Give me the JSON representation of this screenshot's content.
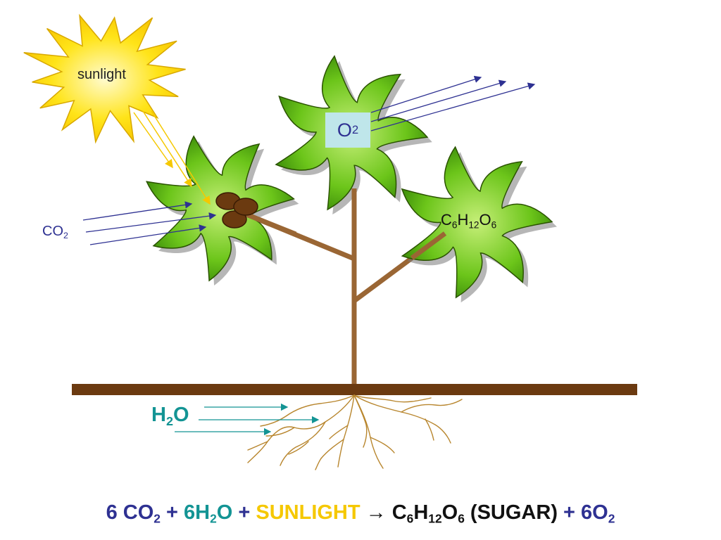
{
  "labels": {
    "sunlight": "sunlight",
    "co2": {
      "main": "CO",
      "sub": "2"
    },
    "o2": {
      "main": "O",
      "sub": "2"
    },
    "sugar": [
      {
        "t": "C"
      },
      {
        "sub": "6"
      },
      {
        "t": "H"
      },
      {
        "sub": "12"
      },
      {
        "t": "O"
      },
      {
        "sub": "6"
      }
    ],
    "h2o": [
      {
        "t": "H"
      },
      {
        "sub": "2"
      },
      {
        "t": "O"
      }
    ]
  },
  "equation": [
    {
      "t": "6 CO",
      "c": "co2"
    },
    {
      "sub": "2",
      "c": "co2"
    },
    {
      "t": " + ",
      "c": "plus"
    },
    {
      "t": "6H",
      "c": "h2o"
    },
    {
      "sub": "2",
      "c": "h2o"
    },
    {
      "t": "O",
      "c": "h2o"
    },
    {
      "t": " + ",
      "c": "plus"
    },
    {
      "t": "SUNLIGHT",
      "c": "sun"
    },
    {
      "t": " → ",
      "c": "arrow"
    },
    {
      "t": "C",
      "c": "sugar"
    },
    {
      "sub": "6",
      "c": "sugar"
    },
    {
      "t": "H",
      "c": "sugar"
    },
    {
      "sub": "12",
      "c": "sugar"
    },
    {
      "t": "O",
      "c": "sugar"
    },
    {
      "sub": "6",
      "c": "sugar"
    },
    {
      "t": " (SUGAR) ",
      "c": "sugar"
    },
    {
      "t": "+ ",
      "c": "plus"
    },
    {
      "t": "6O",
      "c": "o2"
    },
    {
      "sub": "2",
      "c": "o2"
    }
  ],
  "colors": {
    "sun_fill": "#ffe419",
    "sun_ray": "#f5c800",
    "leaf_fill": "#7ad21e",
    "leaf_stroke": "#2a5200",
    "stem": "#9a6634",
    "ground": "#6b3a10",
    "roots": "#b8862e",
    "co2_arrow": "#2e3192",
    "o2_arrow": "#2e3192",
    "h2o_arrow": "#139494",
    "chloroplast": "#6b3a10"
  }
}
